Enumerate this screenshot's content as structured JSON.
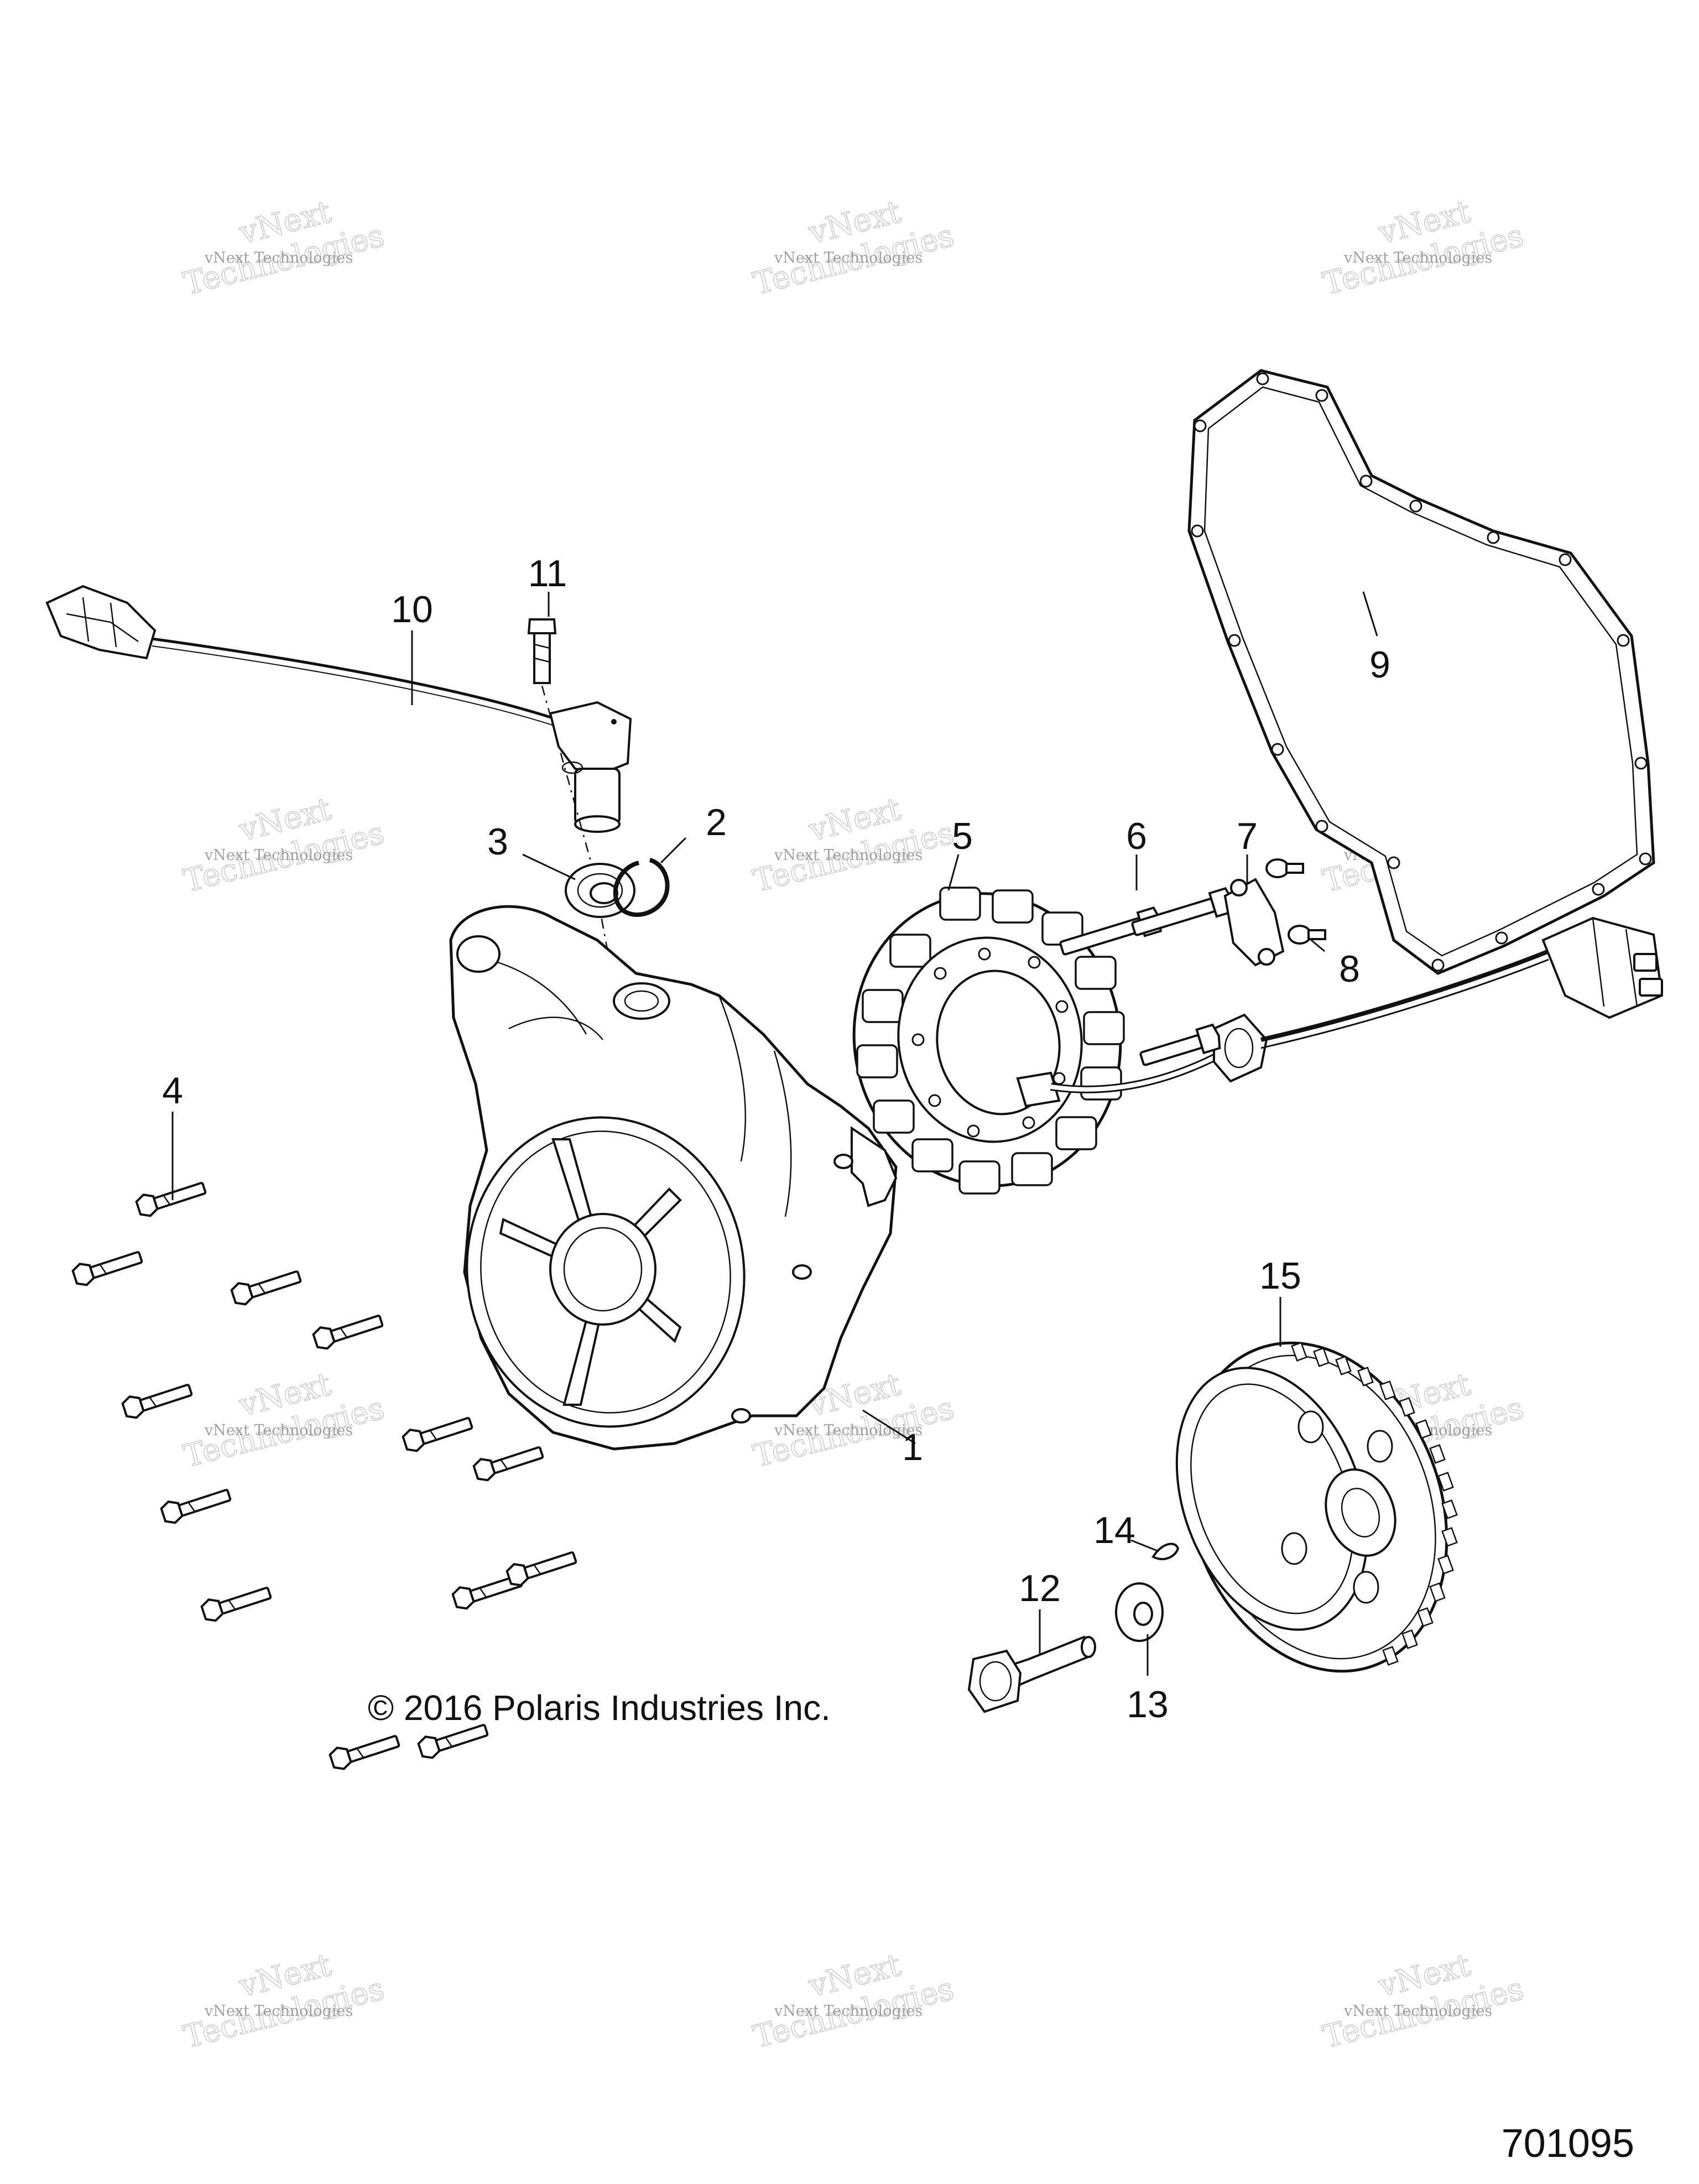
{
  "callouts": [
    {
      "num": "1",
      "part": "recoil-cover"
    },
    {
      "num": "2",
      "part": "retaining-ring"
    },
    {
      "num": "3",
      "part": "bearing"
    },
    {
      "num": "4",
      "part": "cover-bolt"
    },
    {
      "num": "5",
      "part": "stator"
    },
    {
      "num": "6",
      "part": "stator-screw"
    },
    {
      "num": "7",
      "part": "wire-clamp"
    },
    {
      "num": "8",
      "part": "clamp-screw"
    },
    {
      "num": "9",
      "part": "cover-gasket"
    },
    {
      "num": "10",
      "part": "speed-sensor"
    },
    {
      "num": "11",
      "part": "sensor-bolt"
    },
    {
      "num": "12",
      "part": "flywheel-bolt"
    },
    {
      "num": "13",
      "part": "washer"
    },
    {
      "num": "14",
      "part": "woodruff-key"
    },
    {
      "num": "15",
      "part": "flywheel"
    }
  ],
  "copyright": "© 2016 Polaris Industries Inc.",
  "diagram_number": "701095",
  "watermark": {
    "line1": "vNext",
    "line2": "Technologies",
    "small": "vNext Technologies"
  }
}
